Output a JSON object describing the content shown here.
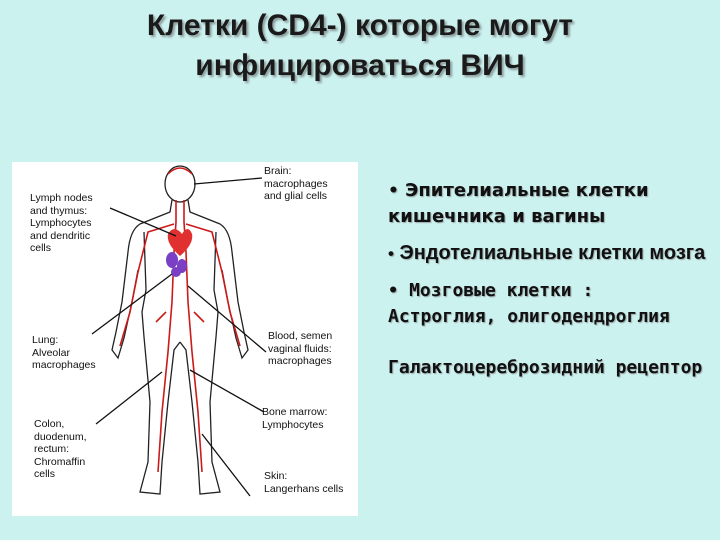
{
  "title": {
    "line1": "Клетки (CD4-) которые могут",
    "line2": "инфицироваться ВИЧ"
  },
  "figure_labels": {
    "brain": "Brain:\nmacrophages\nand glial cells",
    "lymph": "Lymph nodes\nand thymus:\nLymphocytes\nand dendritic\ncells",
    "lung": "Lung:\nAlveolar\nmacrophages",
    "blood": "Blood, semen\nvaginal fluids:\nmacrophages",
    "bone": "Bone marrow:\nLymphocytes",
    "colon": "Colon,\nduodenum,\nrectum:\nChromaffin\ncells",
    "skin": "Skin:\nLangerhans cells"
  },
  "bullets": [
    {
      "marker": "•",
      "text": "Эпителиальные клетки кишечника и вагины"
    },
    {
      "marker": "•",
      "text": "Эндотелиальные клетки  мозга"
    },
    {
      "marker": "•",
      "text": "Мозговые клетки : Астроглия, олигодендроглия"
    },
    {
      "marker": "",
      "text": "Галактоцереброзидний рецептор"
    }
  ],
  "colors": {
    "background": "#ccf2f0",
    "vessels": "#cc1a1a",
    "heart": "#e03030",
    "lymph": "#7a3fc4"
  }
}
